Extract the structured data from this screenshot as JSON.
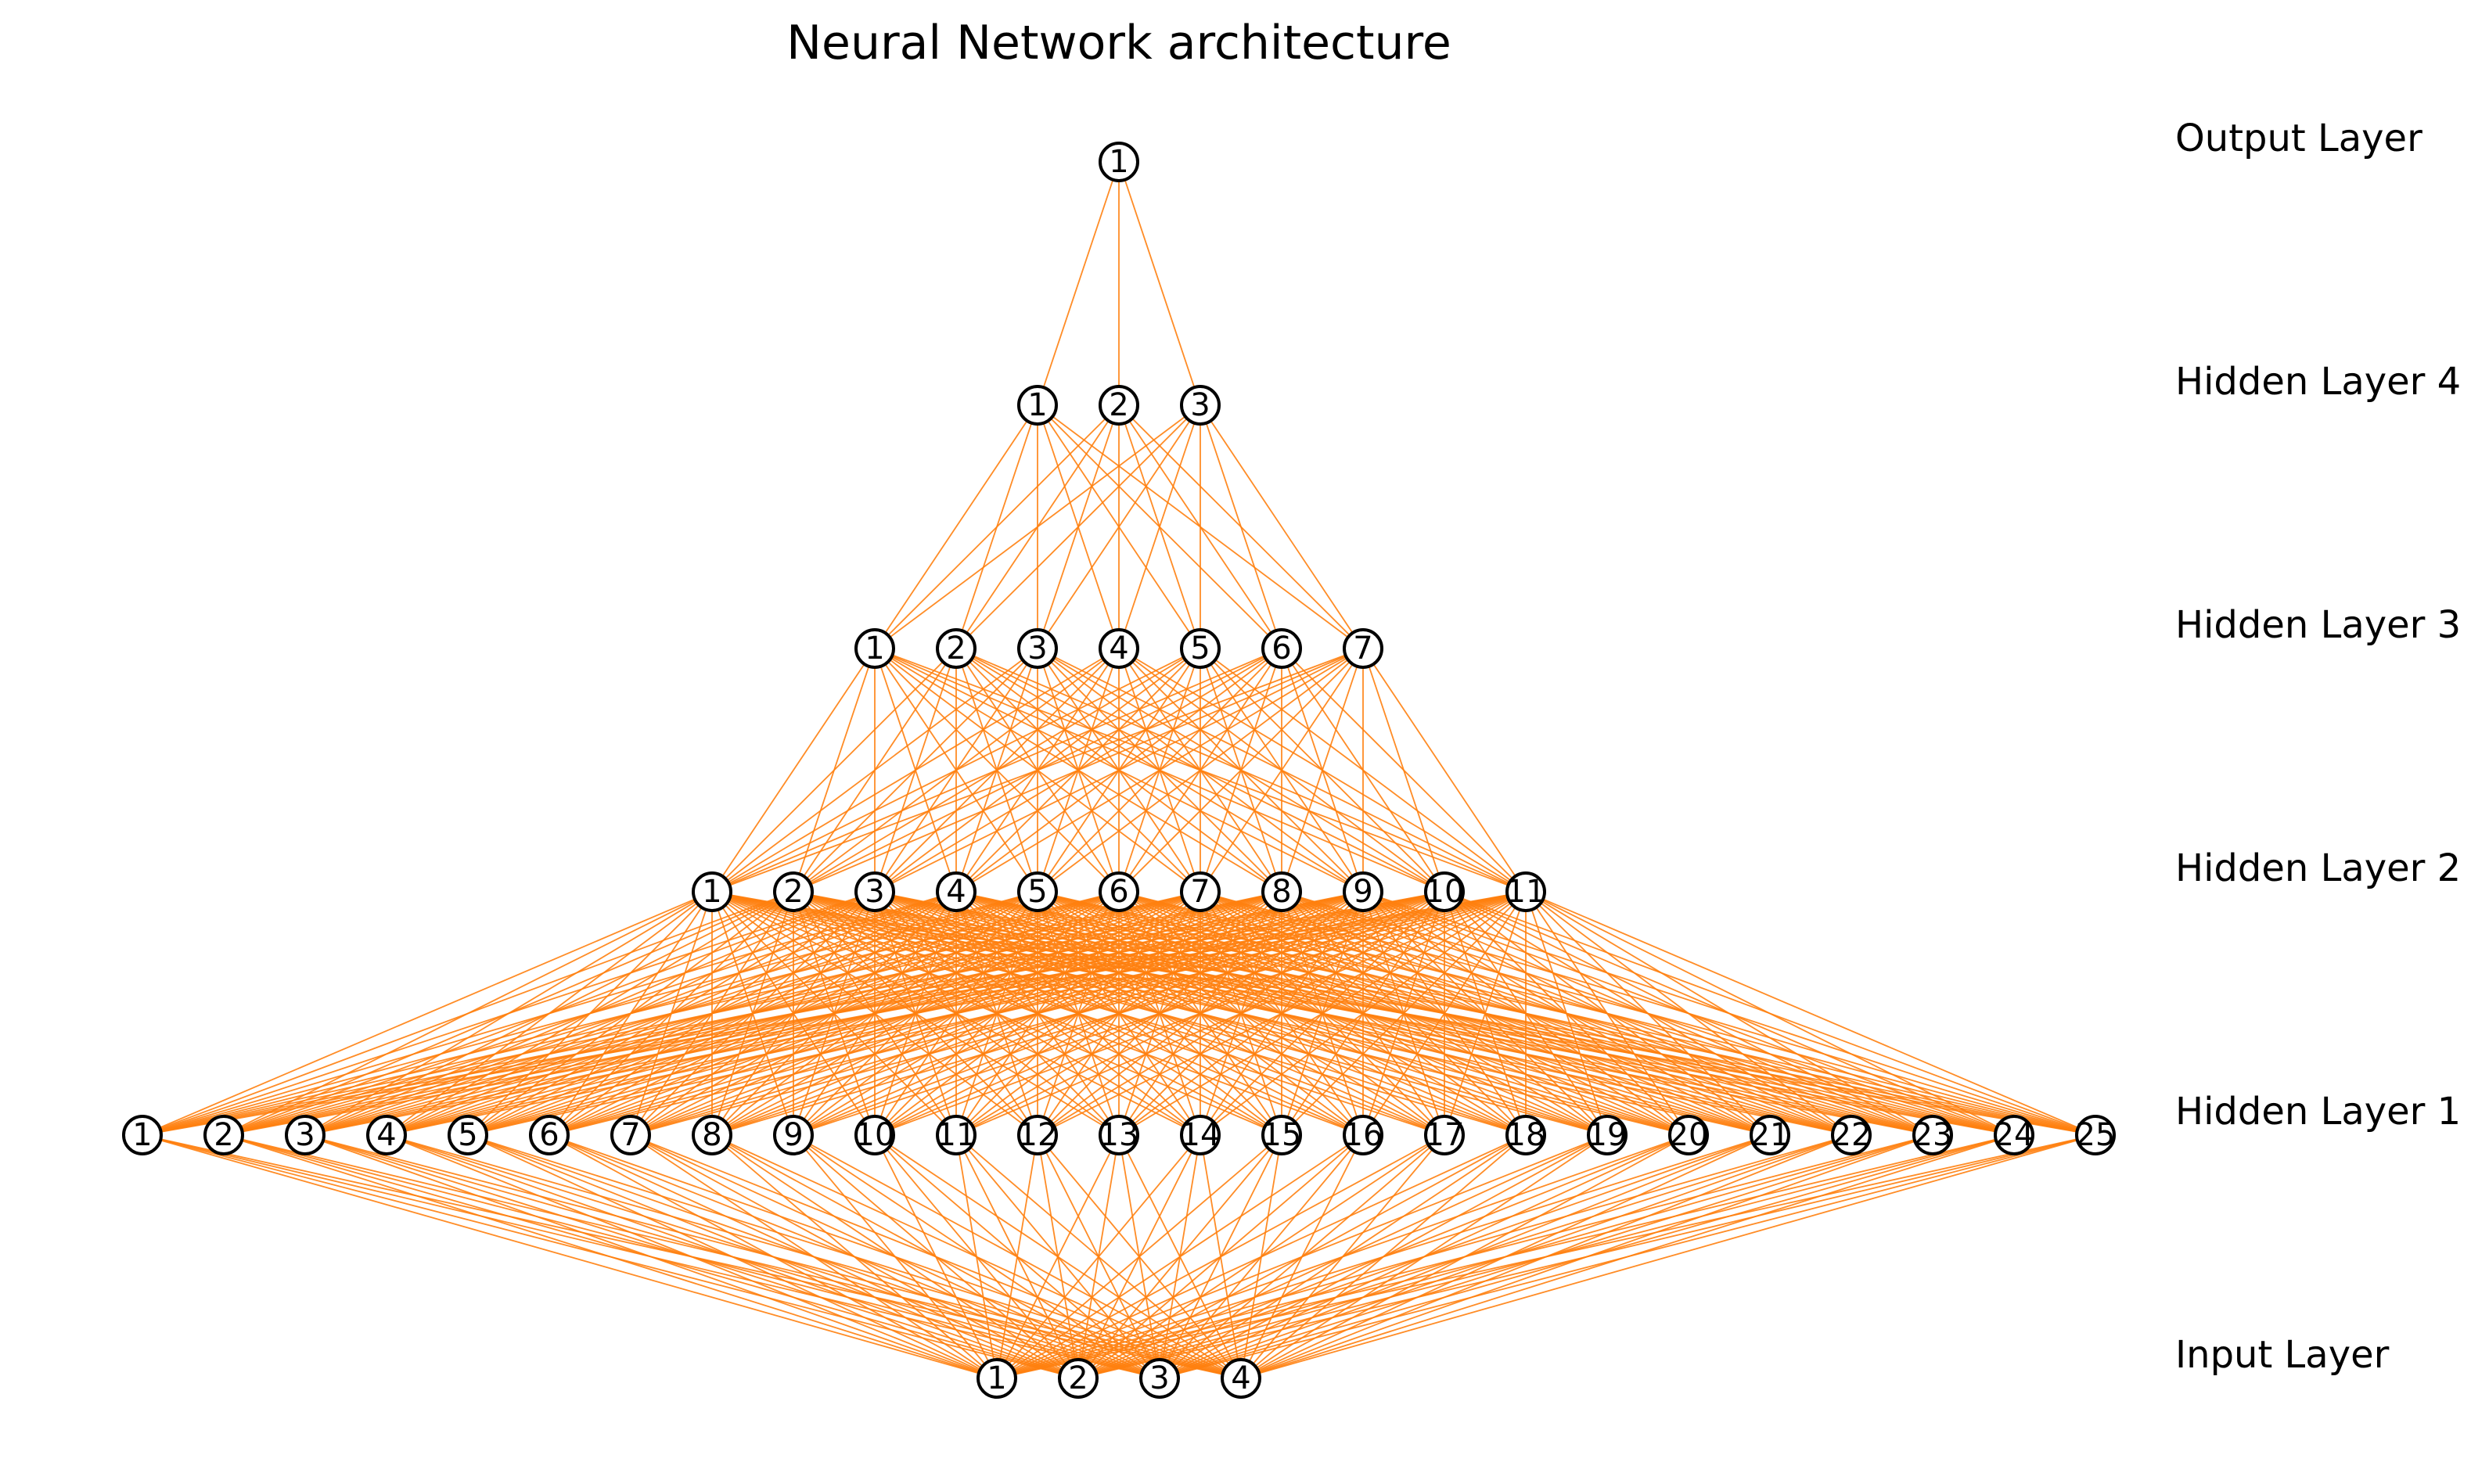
{
  "title": "Neural Network architecture",
  "edge_color": "#ff7f0e",
  "node_fill": "#ffffff",
  "node_stroke": "#000000",
  "layers": [
    {
      "label": "Output Layer",
      "node_count": 1
    },
    {
      "label": "Hidden Layer 4",
      "node_count": 3
    },
    {
      "label": "Hidden Layer 3",
      "node_count": 7
    },
    {
      "label": "Hidden Layer 2",
      "node_count": 11
    },
    {
      "label": "Hidden Layer 1",
      "node_count": 25
    },
    {
      "label": "Input Layer",
      "node_count": 4
    }
  ]
}
